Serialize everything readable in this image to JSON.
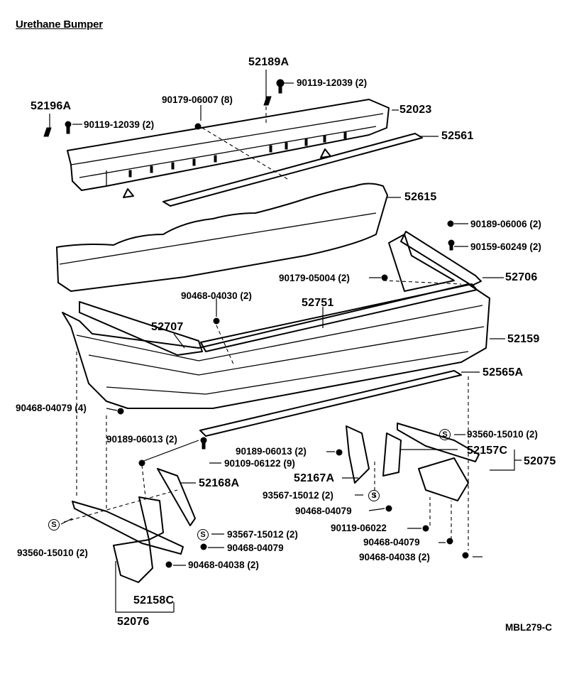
{
  "title": "Urethane Bumper",
  "reference": "MBL279-C",
  "labels": {
    "p52189A": "52189A",
    "p90119_top": "90119-12039 (2)",
    "p90179_06007": "90179-06007 (8)",
    "p52023": "52023",
    "p52196A": "52196A",
    "p90119_left": "90119-12039 (2)",
    "p52561": "52561",
    "p52615": "52615",
    "p90189_06006": "90189-06006 (2)",
    "p90159_60249": "90159-60249 (2)",
    "p90179_05004": "90179-05004 (2)",
    "p52706": "52706",
    "p90468_04030": "90468-04030 (2)",
    "p52751": "52751",
    "p52707": "52707",
    "p52159": "52159",
    "p52565A": "52565A",
    "p90468_04079_4": "90468-04079 (4)",
    "p93560_15010_r": "93560-15010 (2)",
    "p90189_06013_l": "90189-06013 (2)",
    "p90189_06013_c": "90189-06013 (2)",
    "p52157C": "52157C",
    "p52075": "52075",
    "p90109_06122": "90109-06122 (9)",
    "p52167A": "52167A",
    "p52168A": "52168A",
    "p93567_15012_c": "93567-15012 (2)",
    "p90468_04079_c": "90468-04079",
    "p90119_06022": "90119-06022",
    "p90468_04079_r": "90468-04079",
    "p90468_04038_r": "90468-04038 (2)",
    "p93567_15012_l": "93567-15012 (2)",
    "p90468_04079_l": "90468-04079",
    "p90468_04038_l": "90468-04038 (2)",
    "p93560_15010_l": "93560-15010 (2)",
    "p52158C": "52158C",
    "p52076": "52076"
  },
  "symbols": {
    "s": "S"
  }
}
